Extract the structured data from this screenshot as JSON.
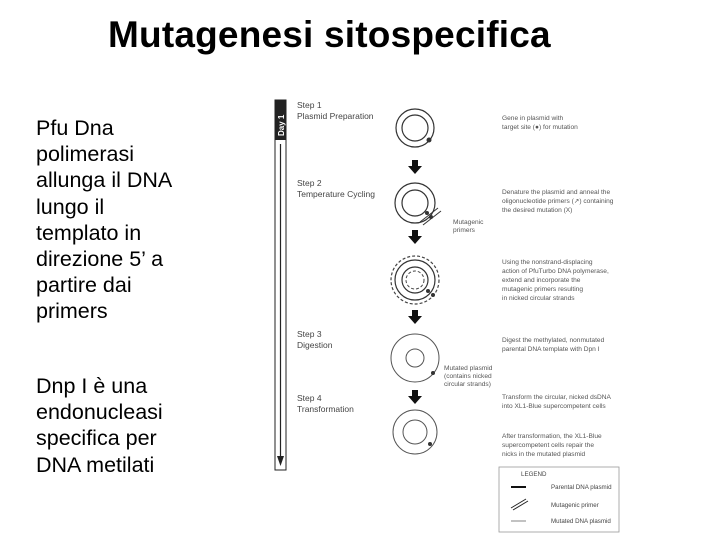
{
  "title": "Mutagenesi sitospecifica",
  "paragraphs": [
    "Pfu Dna\npolimerasi\nallunga il DNA\nlungo il\ntemplato in\ndirezione 5’ a\npartire dai\nprimers",
    "Dnp I è una\nendonucleasi\nspecifica per\nDNA metilati"
  ],
  "figure": {
    "day_label": "Day 1",
    "steps": [
      {
        "label_1": "Step 1",
        "label_2": "Plasmid Preparation"
      },
      {
        "label_1": "Step 2",
        "label_2": "Temperature Cycling"
      },
      {
        "label_1": "Step 3",
        "label_2": "Digestion"
      },
      {
        "label_1": "Step 4",
        "label_2": "Transformation"
      }
    ],
    "mutagenic_label": [
      "Mutagenic",
      "primers"
    ],
    "mutated_label": [
      "Mutated plasmid",
      "(contains nicked",
      "circular strands)"
    ],
    "descriptions": [
      [
        "Gene in plasmid with",
        "target site (●) for mutation"
      ],
      [
        "Denature the plasmid and anneal the",
        "oligonucleotide primers (↗) containing",
        "the desired mutation (X)"
      ],
      [
        "Using the nonstrand-displacing",
        "action of PfuTurbo DNA polymerase,",
        "extend and incorporate the",
        "mutagenic primers resulting",
        "in nicked circular strands"
      ],
      [
        "Digest the methylated, nonmutated",
        "parental DNA template with Dpn I"
      ],
      [
        "Transform the circular, nicked dsDNA",
        "into XL1-Blue supercompetent cells"
      ],
      [
        "After transformation, the XL1-Blue",
        "supercompetent cells repair the",
        "nicks in the mutated plasmid"
      ]
    ],
    "legend": {
      "title": "LEGEND",
      "items": [
        "Parental DNA plasmid",
        "Mutagenic primer",
        "Mutated DNA plasmid"
      ]
    }
  }
}
